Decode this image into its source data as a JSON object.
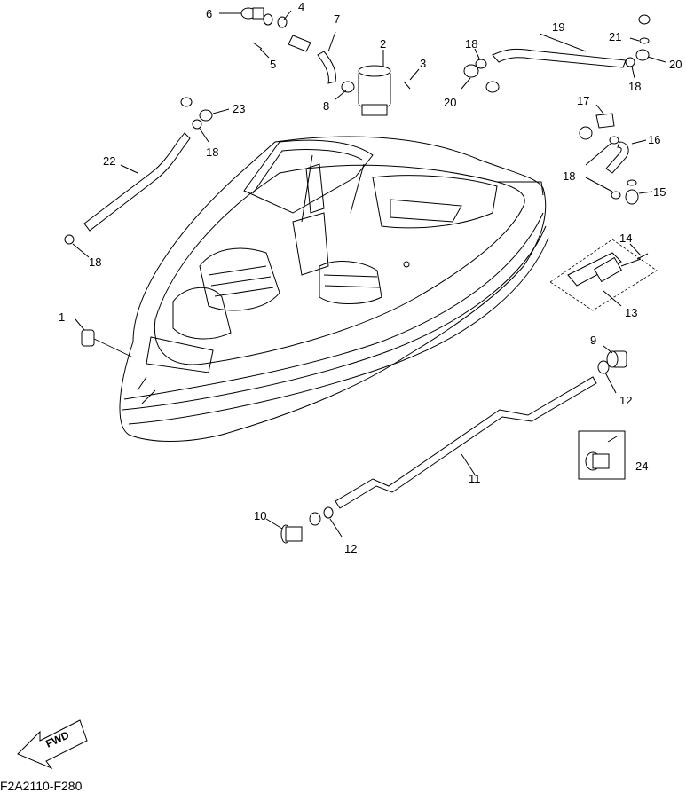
{
  "diagram_code": "F2A2110-F280",
  "fwd_label": "FWD",
  "callouts": {
    "c1": "1",
    "c2": "2",
    "c3": "3",
    "c4": "4",
    "c5": "5",
    "c6": "6",
    "c7": "7",
    "c8": "8",
    "c9": "9",
    "c10": "10",
    "c11": "11",
    "c12a": "12",
    "c12b": "12",
    "c13": "13",
    "c14": "14",
    "c15": "15",
    "c16": "16",
    "c17": "17",
    "c18a": "18",
    "c18b": "18",
    "c18c": "18",
    "c18d": "18",
    "c18e": "18",
    "c19": "19",
    "c20a": "20",
    "c20b": "20",
    "c21": "21",
    "c22": "22",
    "c23": "23",
    "c24": "24"
  }
}
